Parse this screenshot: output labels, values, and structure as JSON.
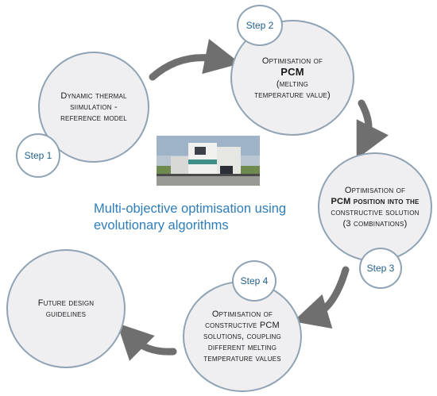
{
  "steps": {
    "step1": {
      "badge": "Step 1",
      "lines": [
        "Dynamic thermal",
        "siimulation -",
        "reference model"
      ]
    },
    "step2": {
      "badge": "Step 2",
      "lines": [
        "Optimisation of",
        "PCM",
        "(melting",
        "temperature value)"
      ]
    },
    "step3": {
      "badge": "Step 3",
      "lines": [
        "Optimisation of",
        "PCM position into the",
        "constructive solution",
        "(3 combinations)"
      ]
    },
    "step4": {
      "badge": "Step 4",
      "lines": [
        "Optimisation of",
        "constructive PCM",
        "solutions, coupling",
        "different melting",
        "temperature values"
      ]
    },
    "final": {
      "lines": [
        "Future design",
        "guidelines"
      ]
    }
  },
  "center": {
    "line1": "Multi-objective optimisation using",
    "line2": "evolutionary algorithms"
  },
  "colors": {
    "circle_fill": "#efeff1",
    "circle_border": "#8fa3b4",
    "arrow": "#6f6f6f",
    "accent": "#2e7dba",
    "badge_text": "#1f5f8b"
  }
}
